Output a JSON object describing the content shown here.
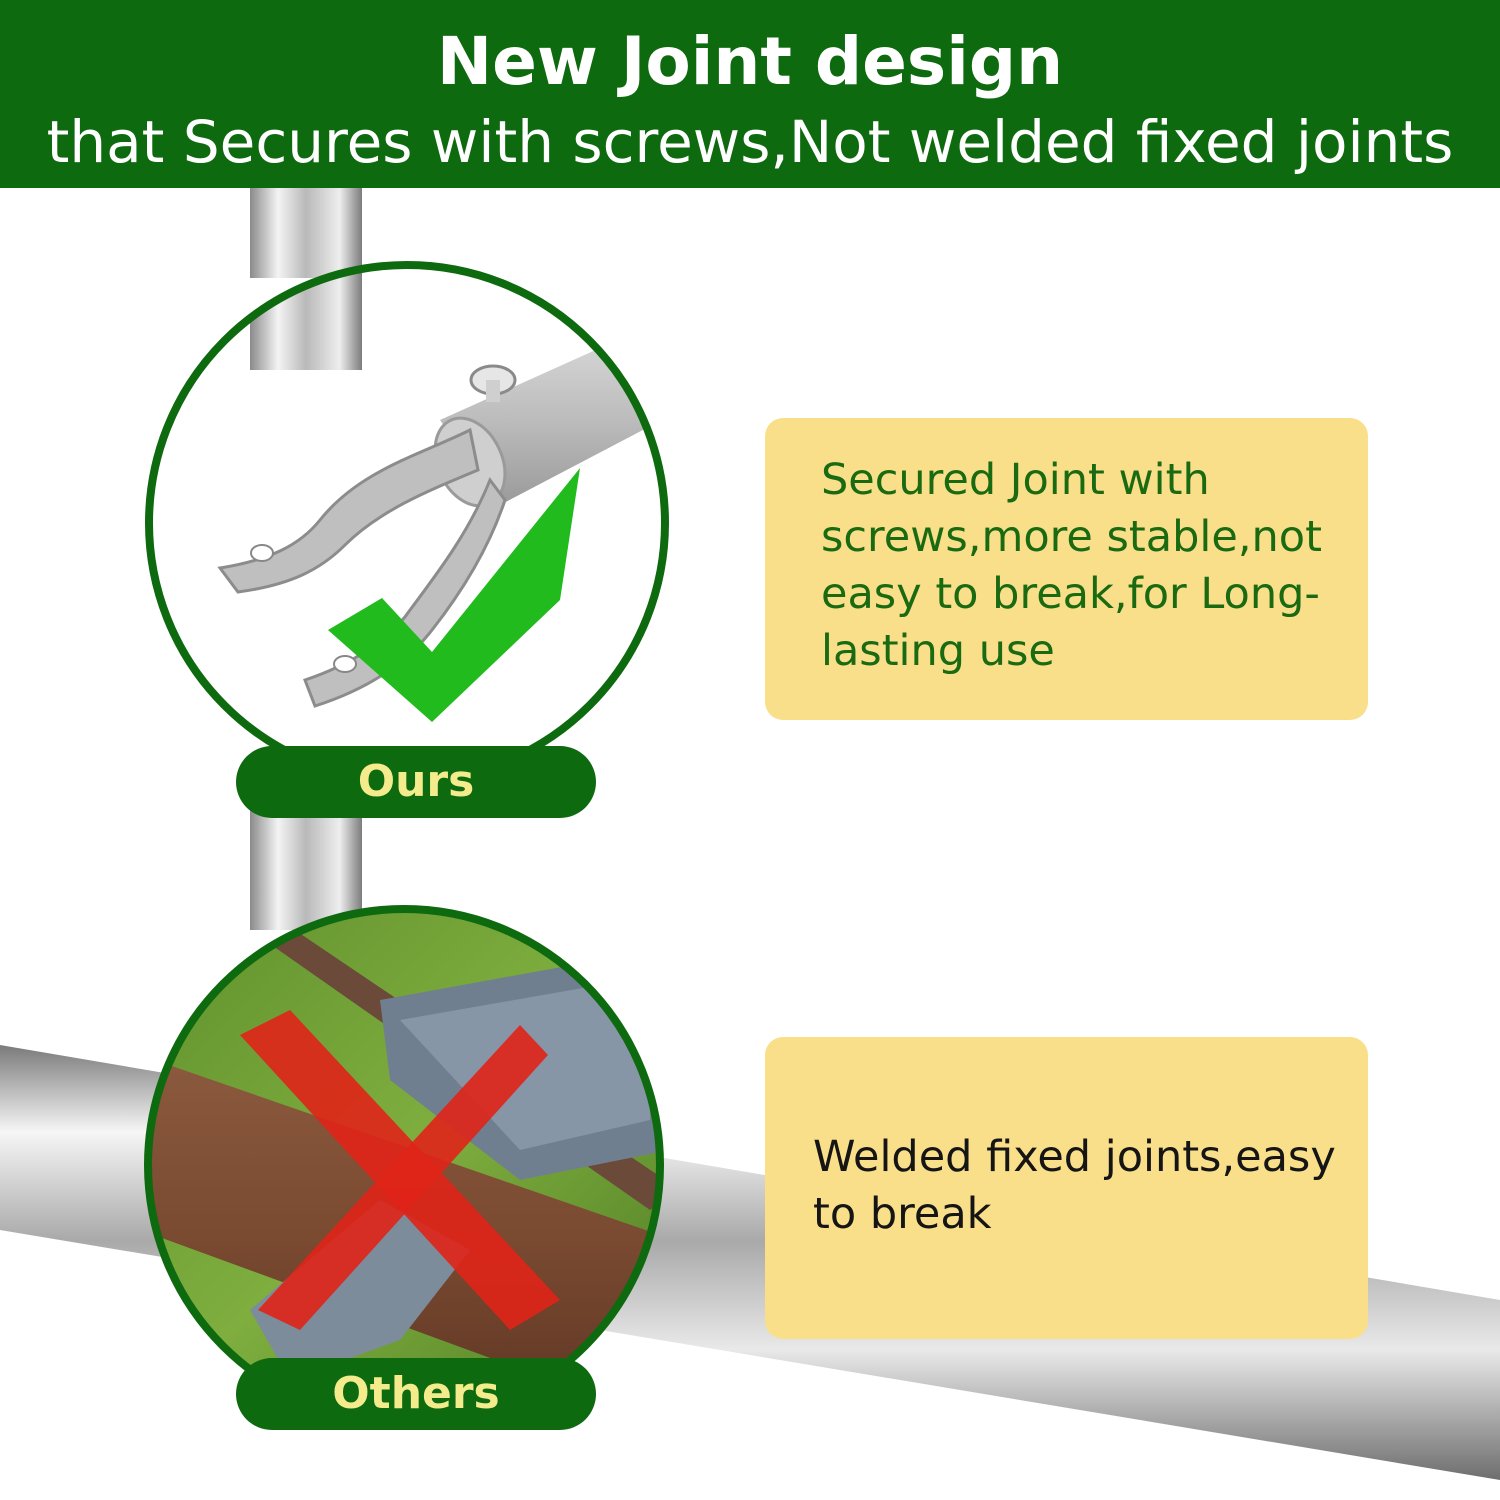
{
  "header": {
    "title": "New Joint design",
    "subtitle": "that Secures with screws,Not welded fixed joints"
  },
  "comparison": [
    {
      "label": "Ours",
      "description": "Secured Joint with screws,more stable,not easy to break,for Long-lasting use",
      "verdict_icon": "checkmark-icon"
    },
    {
      "label": "Others",
      "description": "Welded fixed joints,easy to break",
      "verdict_icon": "cross-icon"
    }
  ],
  "colors": {
    "brand_green": "#0e6a0e",
    "label_yellow": "#f4ec8c",
    "card_yellow": "#fadf8a",
    "check_green": "#22bb1e",
    "cross_red": "#e02418"
  }
}
